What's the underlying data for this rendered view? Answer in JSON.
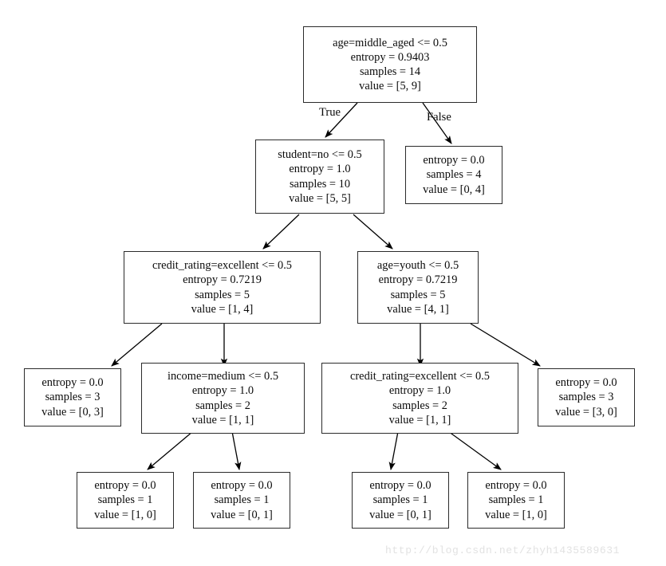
{
  "diagram": {
    "type": "decision-tree",
    "title": "",
    "watermark": "http://blog.csdn.net/zhyh1435589631",
    "edge_labels": {
      "true": "True",
      "false": "False"
    },
    "colors": {
      "node_border": "#2b2b2b",
      "node_fill": "#ffffff",
      "edge": "#000000",
      "text": "#0b0b0b",
      "watermark": "#e2e2e2"
    },
    "nodes": [
      {
        "id": "n0",
        "role": "root",
        "condition": "age=middle_aged <= 0.5",
        "entropy": "entropy = 0.9403",
        "samples": "samples = 14",
        "value": "value = [5, 9]"
      },
      {
        "id": "n1",
        "role": "internal",
        "condition": "student=no <= 0.5",
        "entropy": "entropy = 1.0",
        "samples": "samples = 10",
        "value": "value = [5, 5]"
      },
      {
        "id": "n2",
        "role": "leaf",
        "condition": "",
        "entropy": "entropy = 0.0",
        "samples": "samples = 4",
        "value": "value = [0, 4]"
      },
      {
        "id": "n3",
        "role": "internal",
        "condition": "credit_rating=excellent <= 0.5",
        "entropy": "entropy = 0.7219",
        "samples": "samples = 5",
        "value": "value = [1, 4]"
      },
      {
        "id": "n4",
        "role": "internal",
        "condition": "age=youth <= 0.5",
        "entropy": "entropy = 0.7219",
        "samples": "samples = 5",
        "value": "value = [4, 1]"
      },
      {
        "id": "n5",
        "role": "leaf",
        "condition": "",
        "entropy": "entropy = 0.0",
        "samples": "samples = 3",
        "value": "value = [0, 3]"
      },
      {
        "id": "n6",
        "role": "internal",
        "condition": "income=medium <= 0.5",
        "entropy": "entropy = 1.0",
        "samples": "samples = 2",
        "value": "value = [1, 1]"
      },
      {
        "id": "n7",
        "role": "internal",
        "condition": "credit_rating=excellent <= 0.5",
        "entropy": "entropy = 1.0",
        "samples": "samples = 2",
        "value": "value = [1, 1]"
      },
      {
        "id": "n8",
        "role": "leaf",
        "condition": "",
        "entropy": "entropy = 0.0",
        "samples": "samples = 3",
        "value": "value = [3, 0]"
      },
      {
        "id": "n9",
        "role": "leaf",
        "condition": "",
        "entropy": "entropy = 0.0",
        "samples": "samples = 1",
        "value": "value = [1, 0]"
      },
      {
        "id": "n10",
        "role": "leaf",
        "condition": "",
        "entropy": "entropy = 0.0",
        "samples": "samples = 1",
        "value": "value = [0, 1]"
      },
      {
        "id": "n11",
        "role": "leaf",
        "condition": "",
        "entropy": "entropy = 0.0",
        "samples": "samples = 1",
        "value": "value = [0, 1]"
      },
      {
        "id": "n12",
        "role": "leaf",
        "condition": "",
        "entropy": "entropy = 0.0",
        "samples": "samples = 1",
        "value": "value = [1, 0]"
      }
    ]
  }
}
